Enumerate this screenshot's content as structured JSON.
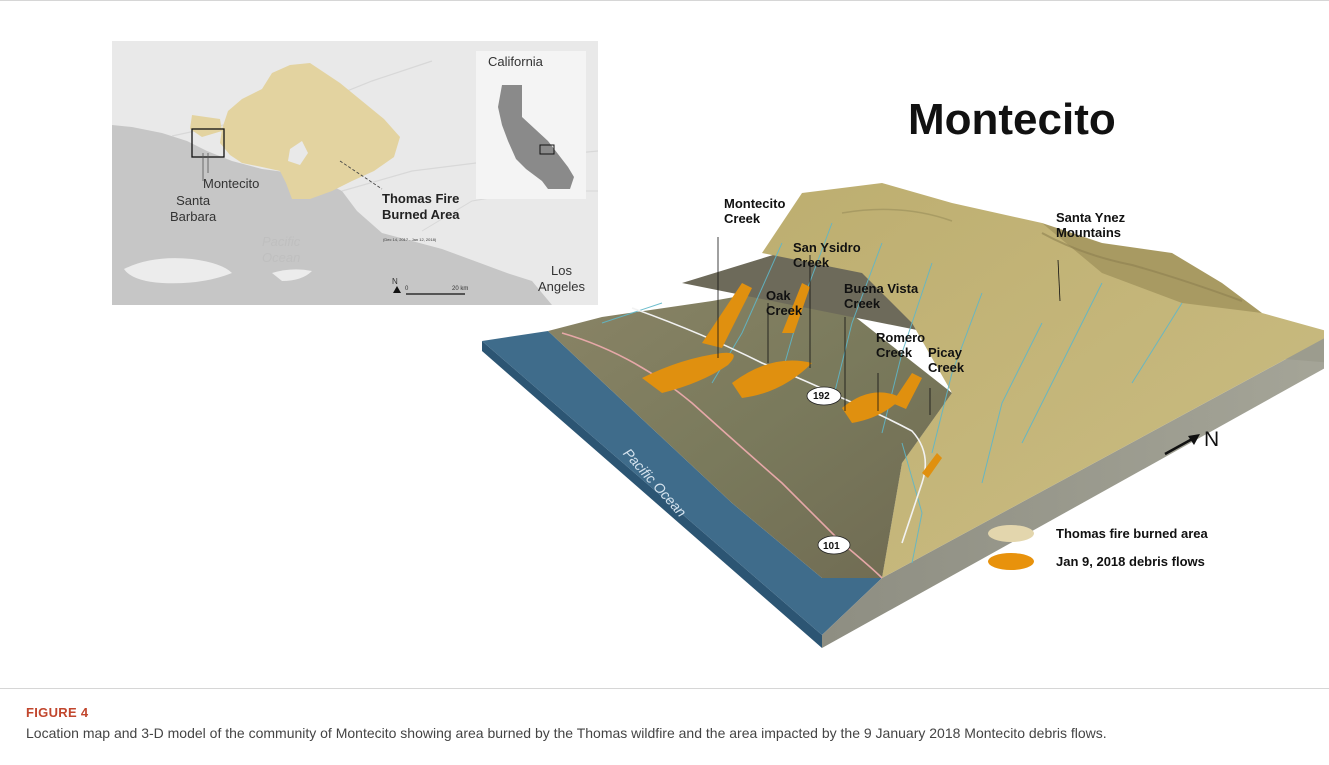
{
  "inset_map": {
    "california_label": "California",
    "montecito_label": "Montecito",
    "santa_barbara_label": "Santa\nBarbara",
    "fire_label": "Thomas Fire\nBurned Area",
    "fire_dates": "(Dec 14, 2017 - Jan 12, 2018)",
    "pacific_label": "Pacific\nOcean",
    "los_angeles_label": "Los\nAngeles",
    "north_label": "N",
    "scale_start": "0",
    "scale_end": "20 km",
    "colors": {
      "land": "#e8e8e8",
      "ocean": "#c9c9c9",
      "burned": "#e6d4a0",
      "state": "#8a8a8a"
    }
  },
  "title": "Montecito",
  "model": {
    "creeks": [
      {
        "name": "Montecito\nCreek"
      },
      {
        "name": "San Ysidro\nCreek"
      },
      {
        "name": "Oak\nCreek"
      },
      {
        "name": "Buena Vista\nCreek"
      },
      {
        "name": "Romero\nCreek"
      },
      {
        "name": "Picay\nCreek"
      }
    ],
    "mountains_label": "Santa Ynez\nMountains",
    "ocean_label": "Pacific Ocean",
    "highway_192": "192",
    "highway_101": "101",
    "north_label": "N",
    "colors": {
      "ocean": "#3d6b8a",
      "burned": "#c7b77a",
      "debris": "#e0900f",
      "side": "#9a9a8c"
    }
  },
  "legend": [
    {
      "label": "Thomas fire burned area",
      "color": "#e3d6ad"
    },
    {
      "label": "Jan 9, 2018 debris flows",
      "color": "#e8920c"
    }
  ],
  "figure_label": "FIGURE 4",
  "caption": "Location map and 3-D model of the community of Montecito showing area burned by the Thomas wildfire and the area impacted by the 9 January 2018 Montecito debris flows."
}
